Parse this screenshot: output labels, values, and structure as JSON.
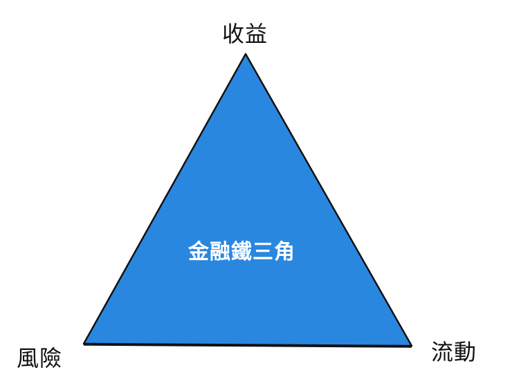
{
  "diagram": {
    "title": "金融鐵三角",
    "shape": "triangle",
    "fill_color": "#2a87e0",
    "stroke_color": "#111111",
    "vertices": {
      "top": {
        "label": "收益"
      },
      "bottom_left": {
        "label": "風險"
      },
      "bottom_right": {
        "label": "流動"
      }
    }
  }
}
